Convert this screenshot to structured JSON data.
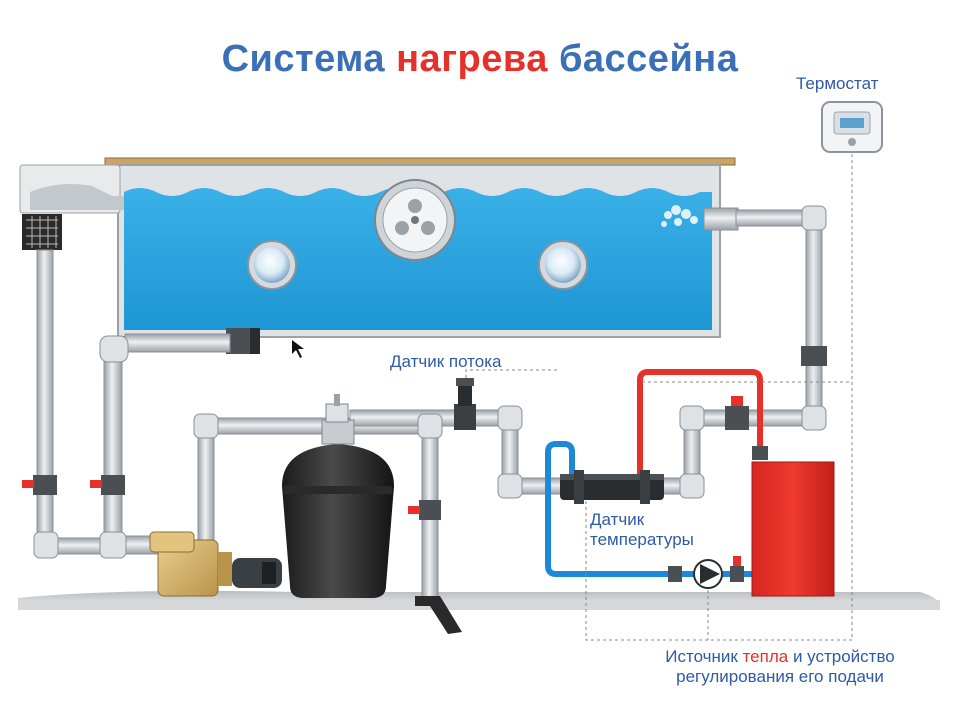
{
  "title": {
    "part1": "Система",
    "part2": "нагрева",
    "part3": "бассейна"
  },
  "labels": {
    "thermostat": "Термостат",
    "flow_sensor": "Датчик потока",
    "temp_sensor_line1": "Датчик",
    "temp_sensor_line2": "температуры",
    "heat_source_a": "Источник",
    "heat_source_b": "тепла",
    "heat_source_c": "и устройство",
    "heat_source_line2": "регулирования его подачи"
  },
  "colors": {
    "title_blue": "#3b6fb8",
    "title_red": "#e8302a",
    "water": "#2aa5e0",
    "hot_pipe": "#e8302a",
    "cold_pipe": "#1e88d8",
    "pipe_grey": "#c8ccd0",
    "boiler": "#e8302a",
    "label_blue": "#2e5aa8"
  }
}
